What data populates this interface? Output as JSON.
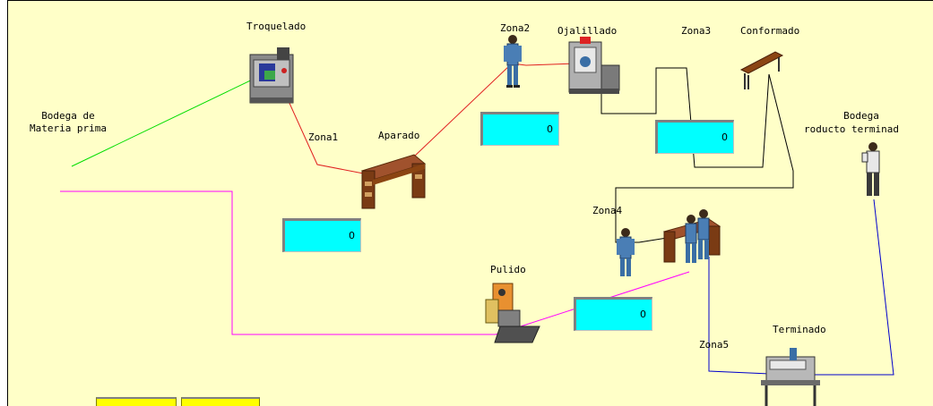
{
  "labels": {
    "troquelado": "Troquelado",
    "zona2": "Zona2",
    "ojalillado": "Ojalillado",
    "zona3": "Zona3",
    "conformado": "Conformado",
    "bodega_mp_1": "Bodega de",
    "bodega_mp_2": "Materia prima",
    "zona1": "Zona1",
    "aparado": "Aparado",
    "bodega_pt_1": "Bodega",
    "bodega_pt_2": "roducto terminad",
    "zona4": "Zona4",
    "pulido": "Pulido",
    "zona5": "Zona5",
    "terminado": "Terminado"
  },
  "counters": {
    "c1": "0",
    "c2": "0",
    "c3": "0",
    "c4": "0"
  },
  "colors": {
    "background": "#ffffc8",
    "counter": "#00ffff",
    "route_green": "#00dd00",
    "route_red": "#e02020",
    "route_pink": "#ff00ff",
    "route_black": "#000000",
    "route_blue": "#0000cc"
  }
}
